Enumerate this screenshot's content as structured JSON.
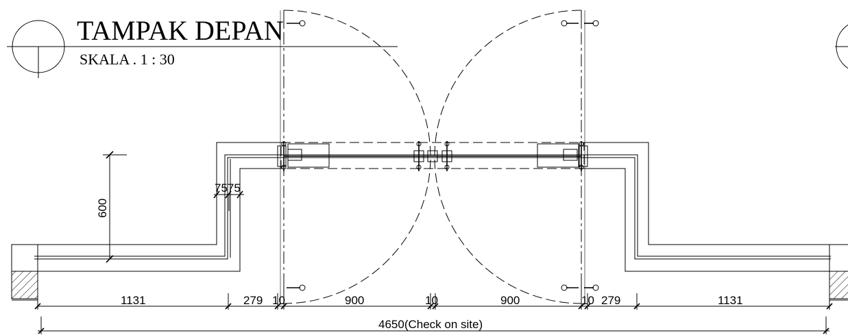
{
  "title": {
    "main": "TAMPAK  DEPAN",
    "scale": "SKALA .  1  :  30"
  },
  "dimensions": {
    "height_600": "600",
    "wall_7575": "7575",
    "left_1131": "1131",
    "left_279": "279",
    "left_10": "10",
    "door_left_900": "900",
    "center_10": "10",
    "door_right_900": "900",
    "right_10": "10",
    "right_279": "279",
    "right_1131": "1131",
    "overall": "4650(Check on site)"
  }
}
